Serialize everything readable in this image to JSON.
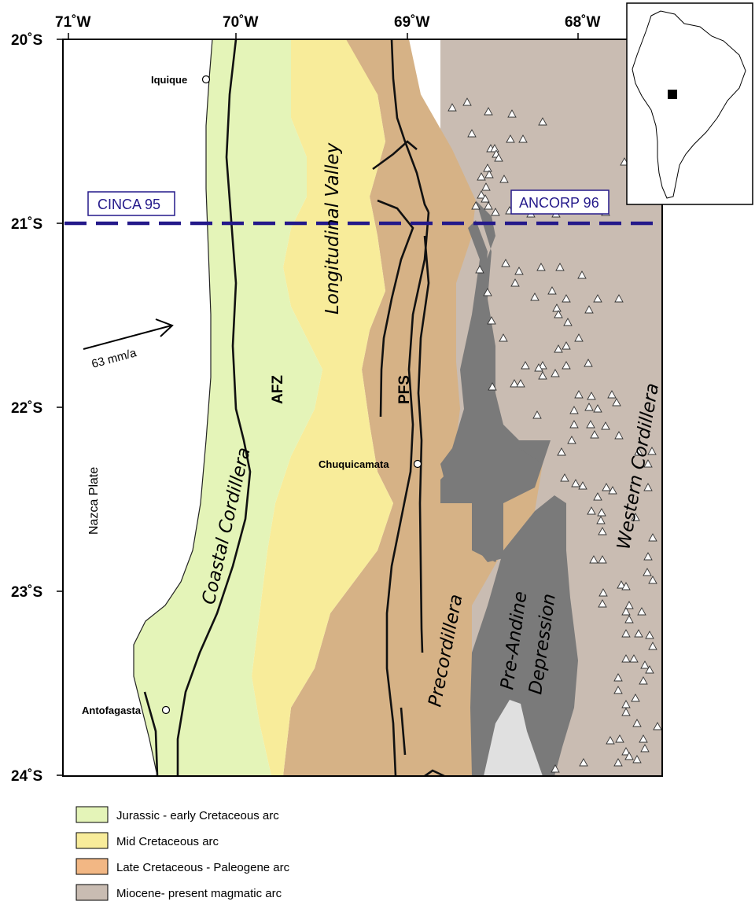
{
  "axes": {
    "top_ticks": [
      "71˚W",
      "70˚W",
      "69˚W",
      "68˚W"
    ],
    "left_ticks": [
      "20˚S",
      "21˚S",
      "22˚S",
      "23˚S",
      "24˚S"
    ]
  },
  "cities": {
    "iquique": "Iquique",
    "chuquicamata": "Chuquicamata",
    "antofagasta": "Antofagasta"
  },
  "regions": {
    "longitudinal_valley": "Longitudinal Valley",
    "coastal_cordillera": "Coastal Cordillera",
    "precordillera": "Precordillera",
    "pre_andine_1": "Pre-Andine",
    "pre_andine_2": "Depression",
    "western_cordillera": "Western Cordillera",
    "nazca_plate": "Nazca Plate"
  },
  "faults": {
    "afz": "AFZ",
    "pfs": "PFS"
  },
  "plate_motion": "63 mm/a",
  "profiles": {
    "cinca": "CINCA 95",
    "ancorp": "ANCORP 96"
  },
  "colors": {
    "jurassic": "#e4f4b8",
    "mid_cretaceous": "#f8ec9a",
    "late_cretaceous": "#d6b286",
    "miocene": "#c9bcb2",
    "depression": "#7a7a7a",
    "salar": "#e0e0e0",
    "profile_line": "#24198a",
    "legend_late_cretaceous": "#f2b784"
  },
  "legend": [
    {
      "label": "Jurassic - early Cretaceous arc",
      "color": "#e4f4b8"
    },
    {
      "label": "Mid Cretaceous arc",
      "color": "#f8ec9a"
    },
    {
      "label": "Late Cretaceous - Paleogene arc",
      "color": "#f2b784"
    },
    {
      "label": "Miocene- present magmatic arc",
      "color": "#c9bcb2"
    }
  ],
  "inset": {
    "description_icon": "south-america-locator-icon"
  }
}
